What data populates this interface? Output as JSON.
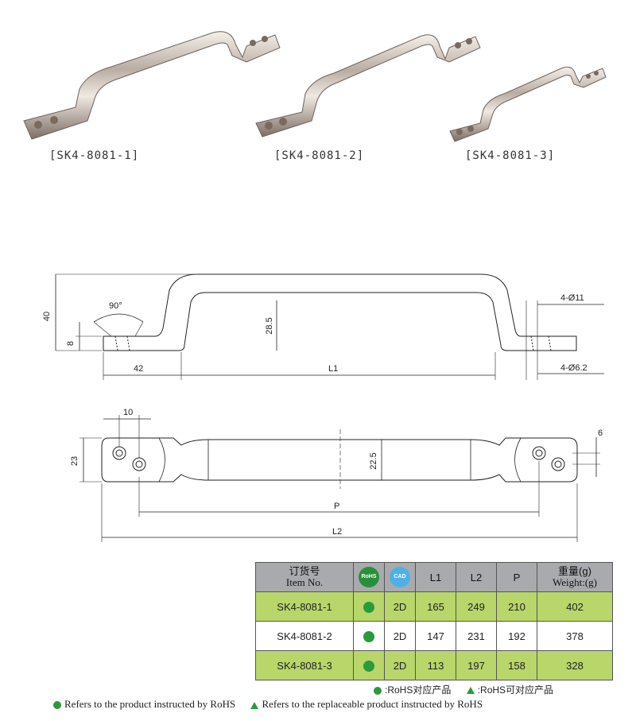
{
  "products": [
    {
      "code": "[SK4-8081-1]"
    },
    {
      "code": "[SK4-8081-2]"
    },
    {
      "code": "[SK4-8081-3]"
    }
  ],
  "side_view": {
    "dim_height": "40",
    "dim_base": "8",
    "dim_angle": "90°",
    "dim_inner": "28.5",
    "dim_end": "42",
    "dim_l1": "L1",
    "dim_hole_top": "4-Ø11",
    "dim_hole_bottom": "4-Ø6.2"
  },
  "top_view": {
    "dim_10": "10",
    "dim_23": "23",
    "dim_22_5": "22.5",
    "dim_6": "6",
    "dim_p": "P",
    "dim_l2": "L2"
  },
  "table": {
    "header_item_cn": "订货号",
    "header_item_en": "Item No.",
    "header_rohs": "RoHS",
    "header_cad": "CAD",
    "header_l1": "L1",
    "header_l2": "L2",
    "header_p": "P",
    "header_weight_cn": "重量(g)",
    "header_weight_en": "Weight:(g)",
    "rows": [
      {
        "item": "SK4-8081-1",
        "cad": "2D",
        "l1": "165",
        "l2": "249",
        "p": "210",
        "weight": "402"
      },
      {
        "item": "SK4-8081-2",
        "cad": "2D",
        "l1": "147",
        "l2": "231",
        "p": "192",
        "weight": "378"
      },
      {
        "item": "SK4-8081-3",
        "cad": "2D",
        "l1": "113",
        "l2": "197",
        "p": "158",
        "weight": "328"
      }
    ]
  },
  "legend": {
    "rohs_cn": ":RoHS对应产品",
    "replaceable_cn": ":RoHS可对应产品",
    "rohs_en": "Refers to the product instructed by RoHS",
    "replaceable_en": "Refers to the replaceable product instructed by RoHS"
  },
  "colors": {
    "green_row": "#b8d66a",
    "header_gray": "#a9aaae",
    "rohs_green": "#2a9a3c"
  }
}
